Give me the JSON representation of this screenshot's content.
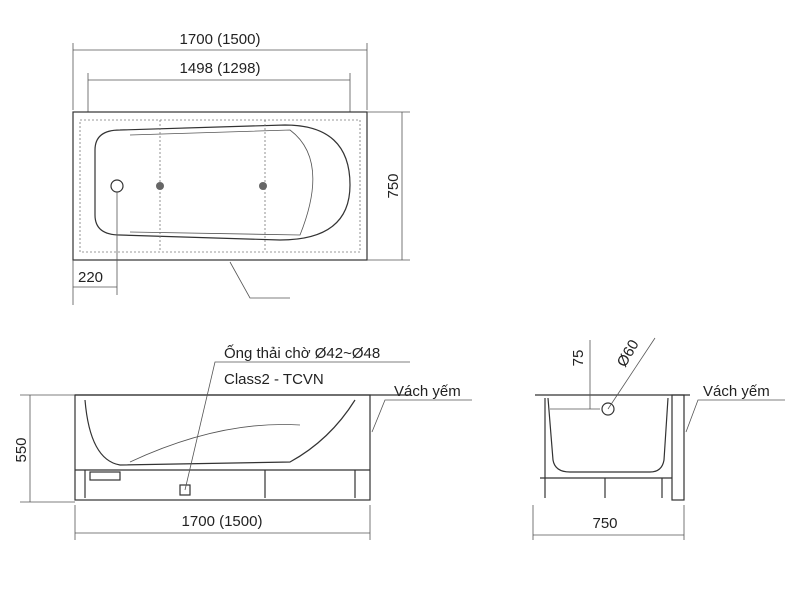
{
  "top_view": {
    "overall_length": "1700 (1500)",
    "inner_length": "1498 (1298)",
    "width": "750",
    "drain_offset": "220"
  },
  "side_view": {
    "height": "550",
    "length": "1700 (1500)",
    "drain_label": "Ống thải chờ Ø42~Ø48",
    "drain_standard": "Class2 - TCVN",
    "apron_label": "Vách yếm"
  },
  "end_view": {
    "rim_depth": "75",
    "drain_diameter": "Ø60",
    "width": "750",
    "apron_label": "Vách yếm"
  }
}
